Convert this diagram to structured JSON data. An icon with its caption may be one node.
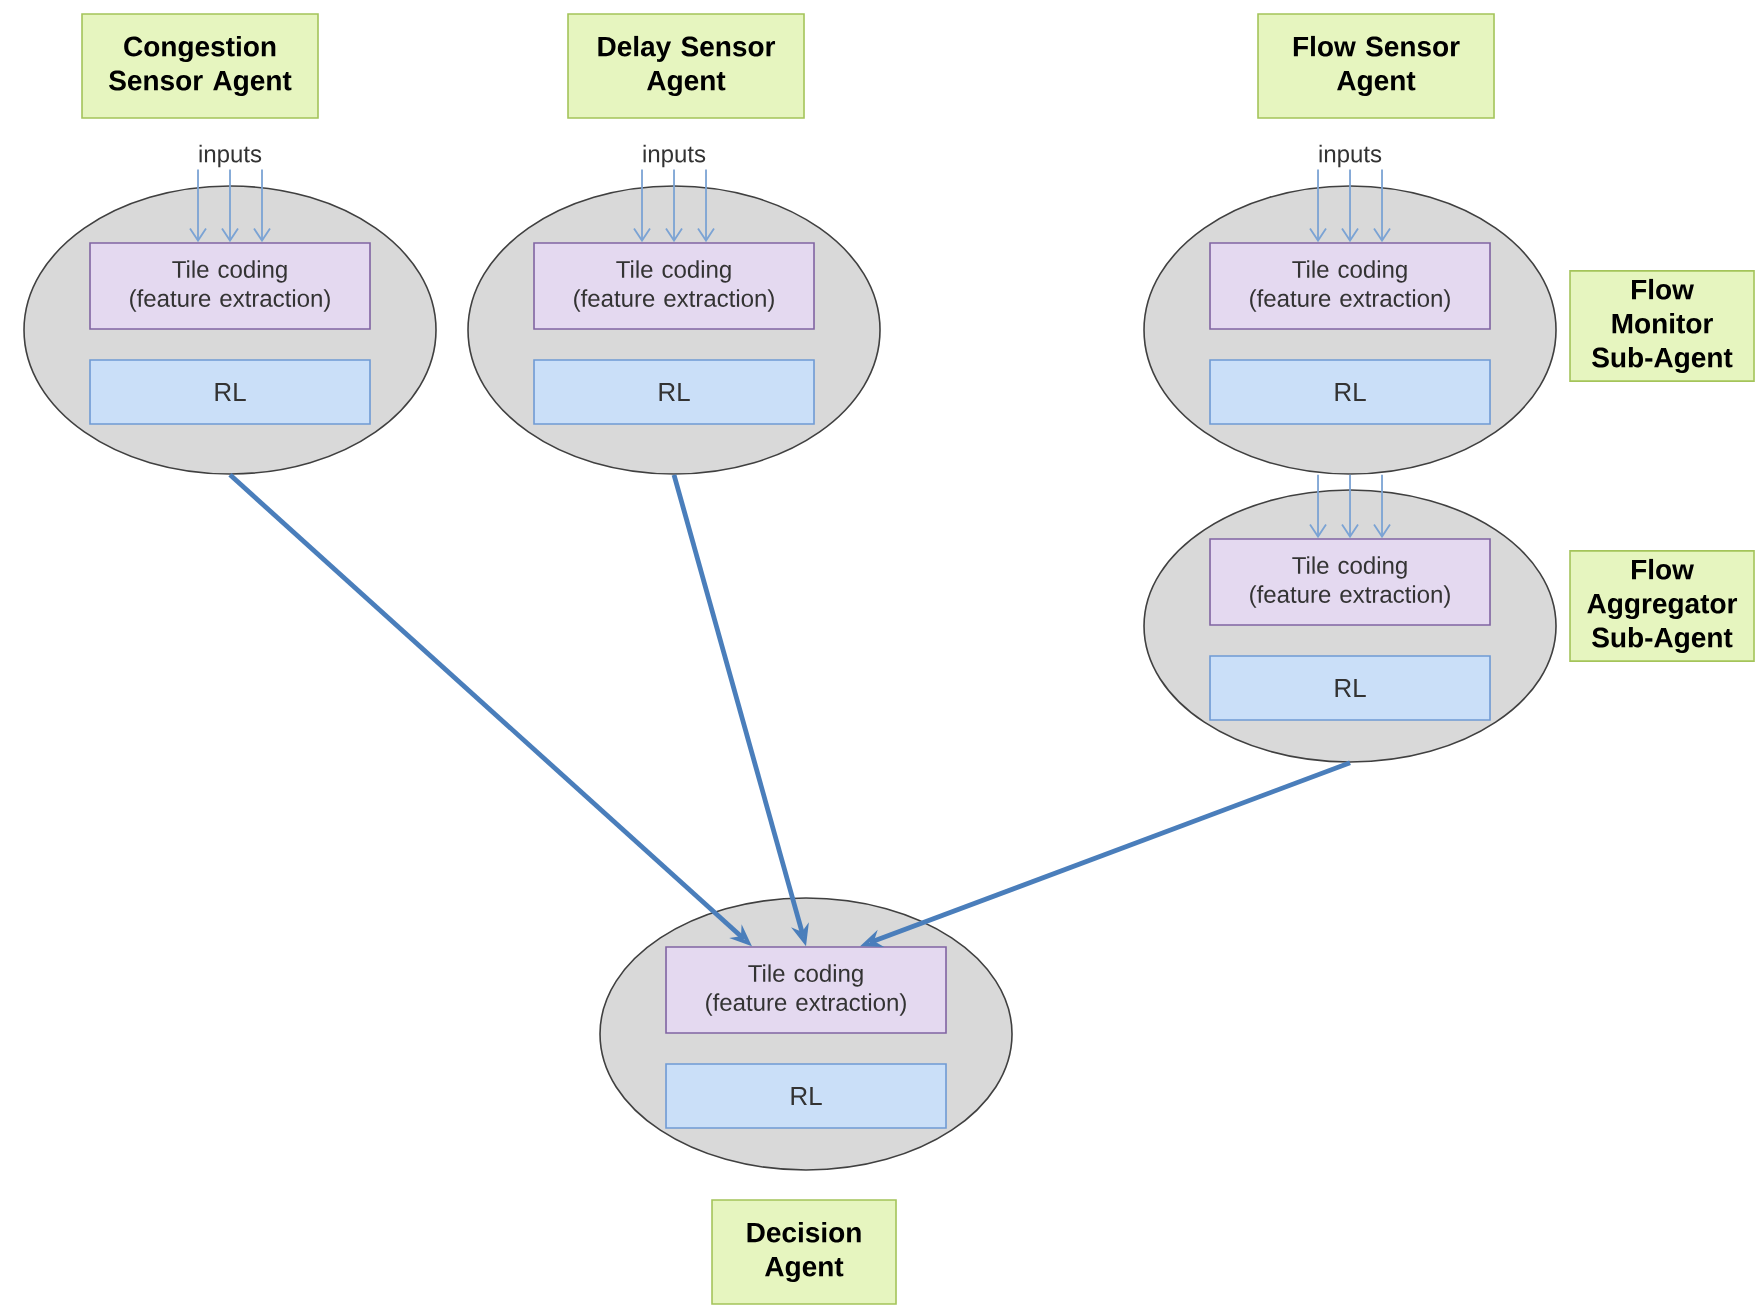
{
  "diagram": {
    "nodes": [
      {
        "text": [
          "Congestion Sensor Agent"
        ]
      },
      {
        "text": [
          "Delay Sensor Agent"
        ]
      },
      {
        "text": [
          "Flow Sensor Agent"
        ]
      },
      {
        "text": [
          "inputs"
        ]
      },
      {
        "text": [
          "inputs"
        ]
      },
      {
        "text": [
          "inputs"
        ]
      },
      {
        "text": [],
        "shape": "ellipse"
      },
      {
        "text": [
          "Tile coding (feature extraction)"
        ],
        "in": 6
      },
      {
        "text": [
          "RL"
        ],
        "in": 6
      },
      {
        "text": [],
        "shape": "ellipse"
      },
      {
        "text": [
          "Tile coding (feature extraction)"
        ],
        "in": 9
      },
      {
        "text": [
          "RL"
        ],
        "in": 9
      },
      {
        "text": [],
        "shape": "ellipse"
      },
      {
        "text": [
          "Tile coding (feature extraction)"
        ],
        "in": 12
      },
      {
        "text": [
          "RL"
        ],
        "in": 12
      },
      {
        "text": [
          "Flow Monitor Sub-Agent"
        ]
      },
      {
        "text": [],
        "shape": "ellipse"
      },
      {
        "text": [
          "Tile coding (feature extraction)"
        ],
        "in": 16
      },
      {
        "text": [
          "RL"
        ],
        "in": 16
      },
      {
        "text": [
          "Flow Aggregator Sub-Agent"
        ]
      },
      {
        "text": [],
        "shape": "ellipse"
      },
      {
        "text": [
          "Tile coding (feature extraction)"
        ],
        "in": 20
      },
      {
        "text": [
          "RL"
        ],
        "in": 20
      },
      {
        "text": [
          "Decision Agent"
        ]
      }
    ],
    "edges": [
      {
        "from": 3,
        "to": 7,
        "arrow": "to"
      },
      {
        "from": 3,
        "to": 7,
        "arrow": "to"
      },
      {
        "from": 3,
        "to": 7,
        "arrow": "to"
      },
      {
        "from": 4,
        "to": 10,
        "arrow": "to"
      },
      {
        "from": 4,
        "to": 10,
        "arrow": "to"
      },
      {
        "from": 4,
        "to": 10,
        "arrow": "to"
      },
      {
        "from": 5,
        "to": 13,
        "arrow": "to"
      },
      {
        "from": 5,
        "to": 13,
        "arrow": "to"
      },
      {
        "from": 5,
        "to": 13,
        "arrow": "to"
      },
      {
        "from": 12,
        "to": 17,
        "arrow": "to"
      },
      {
        "from": 12,
        "to": 17,
        "arrow": "to"
      },
      {
        "from": 12,
        "to": 17,
        "arrow": "to"
      },
      {
        "from": 6,
        "to": 21,
        "arrow": "to",
        "style": "thick",
        "color": "#4a7ebb"
      },
      {
        "from": 9,
        "to": 21,
        "arrow": "to",
        "style": "thick",
        "color": "#4a7ebb"
      },
      {
        "from": 16,
        "to": 21,
        "arrow": "to",
        "style": "thick",
        "color": "#4a7ebb"
      }
    ]
  }
}
